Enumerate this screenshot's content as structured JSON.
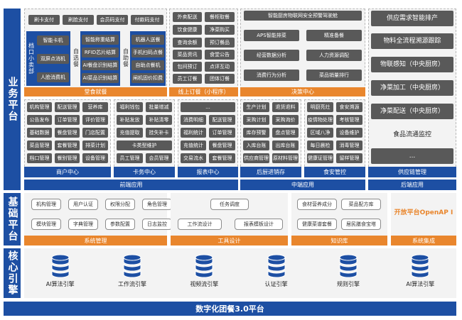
{
  "sidebar": {
    "business": "业务平台",
    "foundation": "基础平台",
    "core": "核心引擎"
  },
  "business": {
    "canteen": {
      "pay_chips": [
        "刷卡支付",
        "刷脸支付",
        "会员码支付",
        "付款码支付"
      ],
      "dangkou_label": "档口小卖部",
      "dangkou_chips": [
        "智能卡机",
        "双屏点消机",
        "人脸消费机"
      ],
      "zixuan_label": "自选餐",
      "zixuan_chips": [
        "智能称重结算",
        "RFID芯片结算",
        "AI餐盘识别结算",
        "AI菜品识别结算"
      ],
      "zizhu_label": "自助餐",
      "zizhu_chips": [
        "机器人送餐",
        "手机扫码点餐",
        "自助点餐机",
        "闸机固价扣费"
      ],
      "bar": "堂食就餐"
    },
    "online": {
      "chips": [
        "外卖配送",
        "餐柜取餐",
        "饮食健康",
        "净菜购买",
        "查询余额",
        "预订餐品",
        "菜品资讯",
        "食堂公告",
        "包间预订",
        "点评互动",
        "员工订餐",
        "团体订餐"
      ],
      "bar": "线上订餐（小程序）"
    },
    "decision": {
      "chips": [
        "智能厨房物联网安全预警驾驶舱",
        "APS智能排菜",
        "精准备餐",
        "经营数据分析",
        "人力资源调配",
        "消费行为分析",
        "菜品销量排行"
      ],
      "bar": "决策中心"
    },
    "supply": {
      "chips": [
        "供应需求智能排产",
        "物料全流程溯源跟踪",
        "物联感知（中央厨房）",
        "净菜加工（中央厨房）",
        "净菜配送（中央厨房）",
        "食品流通监控",
        "..."
      ],
      "bar": "供应链管理"
    },
    "merchant": {
      "chips": [
        "机构管理",
        "配送管理",
        "营养库",
        "公告发布",
        "订单管理",
        "评价管理",
        "基础数据",
        "餐盘管理",
        "门店配置",
        "菜品管理",
        "套餐管理",
        "排菜计划",
        "档口管理",
        "餐别管理",
        "设备管理"
      ],
      "bar": "商户中心"
    },
    "card": {
      "chips": [
        "福利钱包",
        "批量增减",
        "补贴发放",
        "补贴清零",
        "充值提取",
        "挂失补卡",
        "卡类型维护",
        "员工管理",
        "会员管理"
      ],
      "bar": "卡务中心"
    },
    "report": {
      "chips": [
        "...",
        "消费明细",
        "配送管理",
        "福利统计",
        "订单管理",
        "充值统计",
        "餐盘管理",
        "交易流水",
        "套餐管理"
      ],
      "bar": "报表中心"
    },
    "backend": {
      "chips": [
        "生产计划",
        "退货退料",
        "采购计划",
        "采购询价",
        "库存预警",
        "盘点管理",
        "入库台账",
        "出库台账",
        "供应商管理",
        "原材料管理"
      ],
      "bar": "后厨进销存"
    },
    "safety": {
      "chips": [
        "明厨亮灶",
        "食安溯源",
        "疫情物处理",
        "考核管理",
        "区域八净",
        "设备维护",
        "每日晨检",
        "消毒管理",
        "健康证管理",
        "留样管理"
      ],
      "bar": "食安管控"
    },
    "tiers": [
      "前端应用",
      "中端应用",
      "后端应用"
    ]
  },
  "foundation": {
    "system": {
      "chips": [
        "机构管理",
        "用户认证",
        "权限分配",
        "角色管理",
        "模块管理",
        "字典管理",
        "参数配置",
        "日志监控"
      ],
      "bar": "系统管理"
    },
    "tools": {
      "chips": [
        "任务调度",
        "工作流设计",
        "报表模板设计"
      ],
      "bar": "工具设计"
    },
    "knowledge": {
      "chips": [
        "食材营养成分",
        "菜品配方库",
        "健康菜谱套餐",
        "居民膳食宝塔"
      ],
      "bar": "知识库"
    },
    "integration": {
      "text": "开放平台OpenAP I",
      "bar": "系统集成"
    }
  },
  "core": {
    "engines": [
      "AI算法引擎",
      "工作流引擎",
      "视频流引擎",
      "认证引擎",
      "规则引擎",
      "AI算法引擎"
    ],
    "icon": "database-icon"
  },
  "footer": "数字化团餐3.0平台",
  "colors": {
    "blue": "#1d4fa3",
    "orange": "#e9862d",
    "chip": "#595959",
    "panel": "#f3f3f3"
  }
}
